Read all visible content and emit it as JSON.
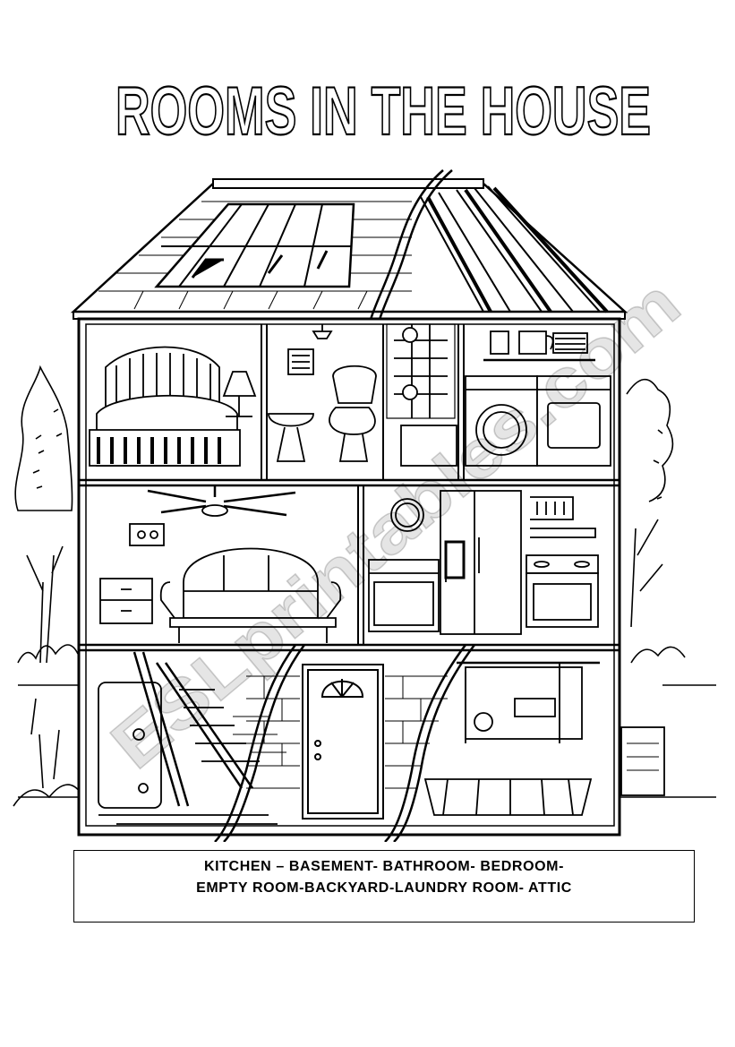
{
  "title": "ROOMS IN THE HOUSE",
  "watermark": "ESLprintables.com",
  "word_box": {
    "line1": "KITCHEN – BASEMENT- BATHROOM- BEDROOM-",
    "line2": "EMPTY ROOM-BACKYARD-LAUNDRY ROOM- ATTIC"
  }
}
